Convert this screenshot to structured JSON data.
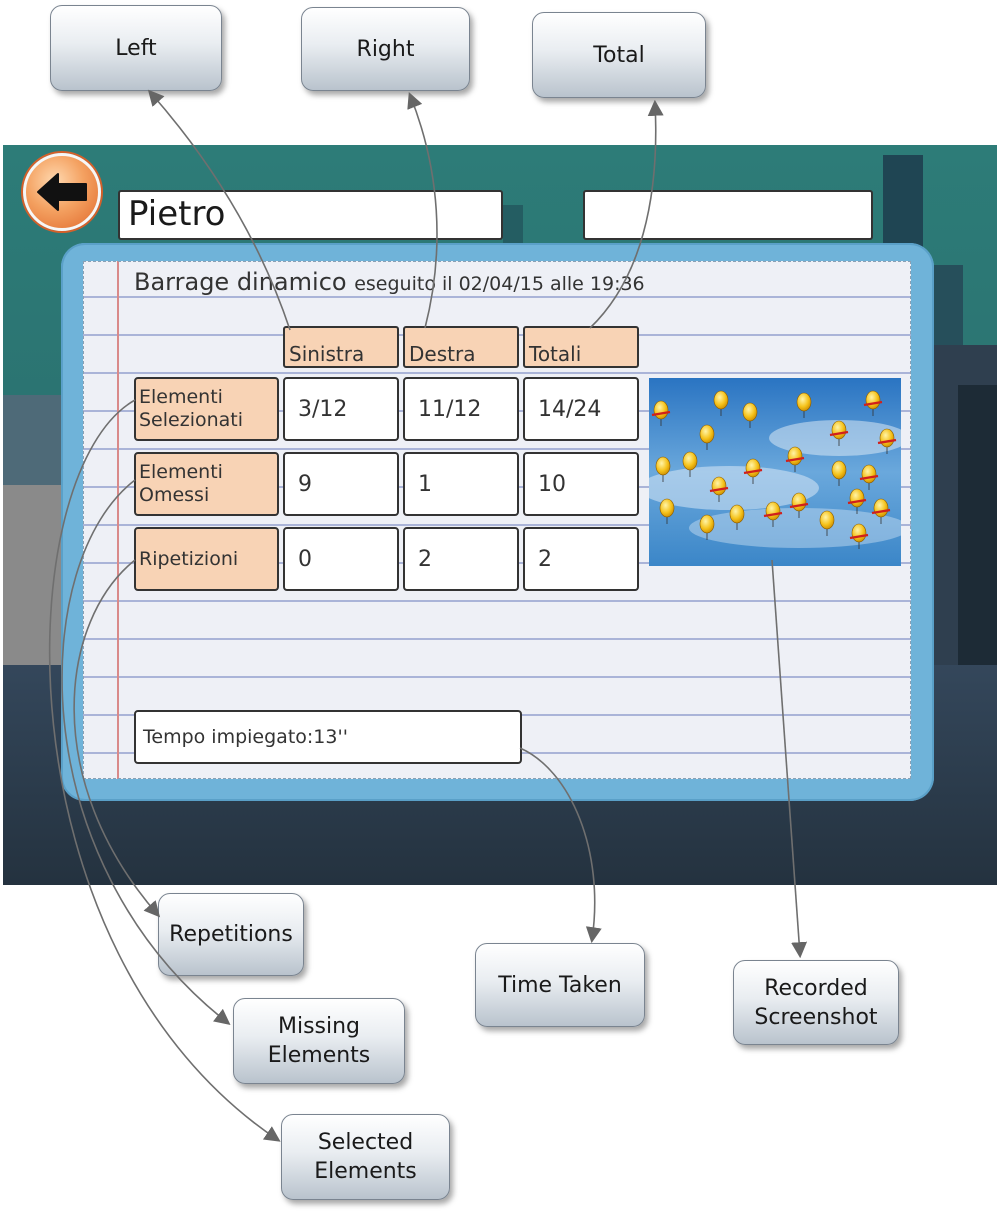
{
  "callouts": {
    "left": "Left",
    "right": "Right",
    "total": "Total",
    "repetitions": "Repetitions",
    "time_taken": "Time Taken",
    "recorded_screenshot": "Recorded Screenshot",
    "missing_elements": "Missing Elements",
    "selected_elements": "Selected Elements"
  },
  "app": {
    "back_icon": "arrow-left-icon",
    "patient_name": "Pietro",
    "second_field": "",
    "report": {
      "test_name": "Barrage dinamico",
      "performed_text": "eseguito il 02/04/15 alle 19:36",
      "columns": [
        "Sinistra",
        "Destra",
        "Totali"
      ],
      "rows": [
        {
          "label": "Elementi Selezionati",
          "values": [
            "3/12",
            "11/12",
            "14/24"
          ]
        },
        {
          "label": "Elementi Omessi",
          "values": [
            "9",
            "1",
            "10"
          ]
        },
        {
          "label": "Ripetizioni",
          "values": [
            "0",
            "2",
            "2"
          ]
        }
      ],
      "time_text": "Tempo impiegato:13''"
    }
  },
  "colors": {
    "background_teal": "#2a6f6e",
    "header_cell": "#f8d3b5",
    "panel_blue": "#6fb3d9",
    "back_button": "#e0672a"
  }
}
